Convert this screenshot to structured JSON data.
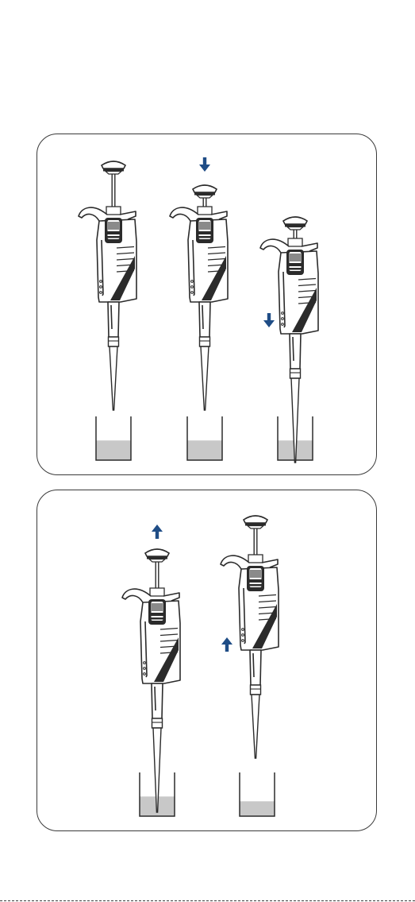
{
  "colors": {
    "outline": "#2b2b2b",
    "arrow": "#1f4d86",
    "liquid": "#c8c8c8",
    "background": "#ffffff"
  },
  "panels": [
    {
      "name": "aspirate-steps",
      "steps": [
        {
          "plunger": "rest",
          "tip_in_liquid": false,
          "arrow": "none",
          "liquid_level": 0.45
        },
        {
          "plunger": "pressed",
          "tip_in_liquid": false,
          "arrow": "down-plunger",
          "liquid_level": 0.45
        },
        {
          "plunger": "pressed",
          "tip_in_liquid": true,
          "arrow": "down-body",
          "liquid_level": 0.45
        }
      ]
    },
    {
      "name": "release-steps",
      "steps": [
        {
          "plunger": "releasing",
          "tip_in_liquid": true,
          "arrow": "up-plunger",
          "liquid_level": 0.45
        },
        {
          "plunger": "rest",
          "tip_in_liquid": false,
          "arrow": "up-body",
          "liquid_level": 0.34
        }
      ]
    }
  ]
}
